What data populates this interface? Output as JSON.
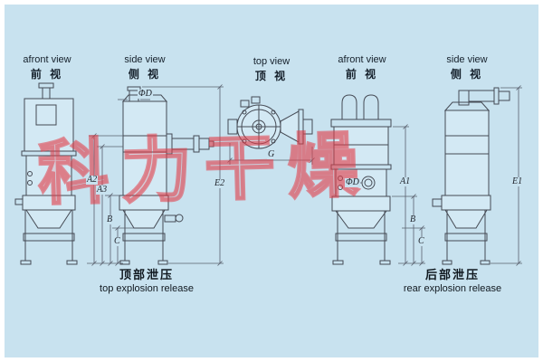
{
  "page": {
    "background": "#c8e2ef",
    "line_color": "#454a54",
    "watermark_color": "#e23e48"
  },
  "views": {
    "v1": {
      "en": "afront view",
      "zh": "前 视"
    },
    "v2": {
      "en": "side view",
      "zh": "侧 视"
    },
    "v3": {
      "en": "top view",
      "zh": "顶 视"
    },
    "v4": {
      "en": "afront view",
      "zh": "前 视"
    },
    "v5": {
      "en": "side view",
      "zh": "侧 视"
    }
  },
  "captions": {
    "left": {
      "zh": "顶部泄压",
      "en": "top explosion release"
    },
    "right": {
      "zh": "后部泄压",
      "en": "rear explosion release"
    }
  },
  "dims": {
    "a2": "A2",
    "a3": "A3",
    "b_left": "B",
    "c_left": "C",
    "e2": "E2",
    "phid_left": "ΦD",
    "g": "G",
    "a1": "A1",
    "b_right": "B",
    "c_right": "C",
    "e1": "E1",
    "phid_right": "ΦD"
  },
  "watermark": "科力干燥"
}
